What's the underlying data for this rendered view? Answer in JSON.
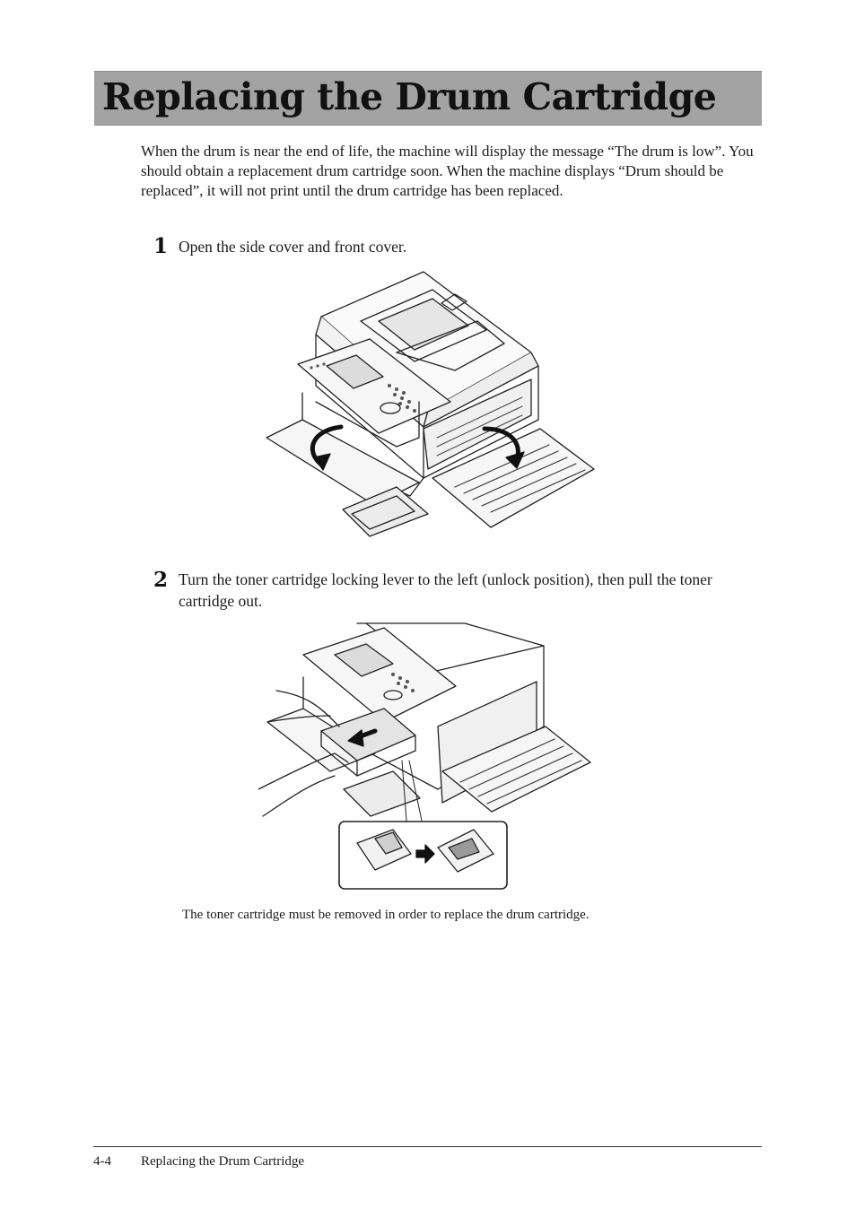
{
  "title": "Replacing the Drum Cartridge",
  "intro": "When the drum is near the end of life, the machine will display the message “The drum is low”. You should obtain a replacement drum cartridge soon. When the machine displays “Drum should be replaced”, it will not print until the drum cartridge has been replaced.",
  "steps": [
    {
      "number": "1",
      "text": "Open the side cover and front cover."
    },
    {
      "number": "2",
      "text": "Turn the toner cartridge locking lever to the left (unlock position), then pull the toner cartridge out."
    }
  ],
  "note": "The toner cartridge must be removed in order to replace the drum cartridge.",
  "footer": {
    "page": "4-4",
    "title": "Replacing the Drum Cartridge"
  },
  "colors": {
    "title_band": "#a3a3a3",
    "text": "#1a1a1a"
  }
}
